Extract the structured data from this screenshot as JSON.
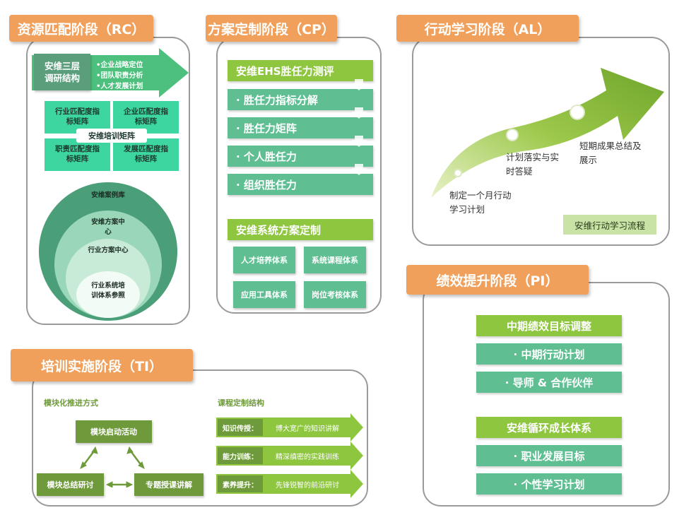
{
  "rc": {
    "title": "资源匹配阶段（RC）",
    "three_layer": "安维三层调研结构",
    "bullets": [
      "•企业战略定位",
      "•团队职责分析",
      "•人才发展计划"
    ],
    "matrix": {
      "tl": "行业匹配度指标矩阵",
      "tr": "企业匹配度指标矩阵",
      "center": "安维培训矩阵",
      "bl": "职责匹配度指标矩阵",
      "br": "发展匹配度指标矩阵"
    },
    "circles": [
      "安维案例库",
      "安维方案中心",
      "行业方案中心",
      "行业系统培训体系参照"
    ]
  },
  "cp": {
    "title": "方案定制阶段（CP）",
    "header1": "安维EHS胜任力测评",
    "items": [
      "· 胜任力指标分解",
      "· 胜任力矩阵",
      "· 个人胜任力",
      "· 组织胜任力"
    ],
    "header2": "安维系统方案定制",
    "boxes": [
      "人才培养体系",
      "系统课程体系",
      "应用工具体系",
      "岗位考核体系"
    ]
  },
  "al": {
    "title": "行动学习阶段（AL）",
    "step1": [
      "制定一个月行动",
      "学习计划"
    ],
    "step2": [
      "计划落实与实",
      "时答疑"
    ],
    "step3": [
      "短期成果总结及",
      "展示"
    ],
    "badge": "安维行动学习流程"
  },
  "pi": {
    "title": "绩效提升阶段（PI）",
    "header1": "中期绩效目标调整",
    "items1": [
      "· 中期行动计划",
      "· 导师 & 合作伙伴"
    ],
    "header2": "安维循环成长体系",
    "items2": [
      "· 职业发展目标",
      "· 个性学习计划"
    ]
  },
  "ti": {
    "title": "培训实施阶段（TI）",
    "left_heading": "模块化推进方式",
    "start": "模块启动活动",
    "summary": "模块总结研讨",
    "lecture": "专题授课讲解",
    "right_heading": "课程定制结构",
    "rows": [
      {
        "label": "知识传授：",
        "text": "博大宽广的知识讲解"
      },
      {
        "label": "能力训练：",
        "text": "精深缜密的实践训练"
      },
      {
        "label": "素养提升：",
        "text": "先锋锐智的前沿研讨"
      }
    ]
  },
  "colors": {
    "orange": "#f0a05a",
    "lime": "#8ec63f",
    "teal": "#5fbf93",
    "mint": "#3dd6a0",
    "olive": "#6f9a3c"
  }
}
